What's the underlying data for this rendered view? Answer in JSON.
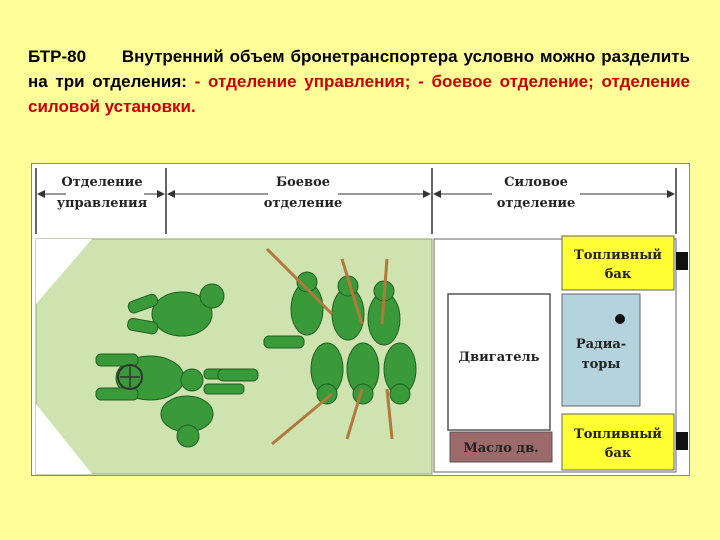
{
  "caption": {
    "title": "БТР-80",
    "intro": "Внутренний объем бронетранспортера условно можно разделить на три отделения:",
    "items": [
      "отделение управления;",
      "боевое отделение;",
      "отделение силовой установки."
    ]
  },
  "sections": [
    {
      "line1": "Отделение",
      "line2": "управления"
    },
    {
      "line1": "Боевое",
      "line2": "отделение"
    },
    {
      "line1": "Силовое",
      "line2": "отделение"
    }
  ],
  "compartments": {
    "fuel_tank_top": {
      "line1": "Топливный",
      "line2": "бак"
    },
    "engine": "Двигатель",
    "radiators": {
      "line1": "Радиа-",
      "line2": "торы"
    },
    "fuel_tank_bottom": {
      "line1": "Топливный",
      "line2": "бак"
    },
    "oil": "Масло дв."
  },
  "colors": {
    "page_bg": "#ffff99",
    "hull_green": "#cfe3b0",
    "crew_green": "#3a9a3a",
    "fuel_yellow": "#ffff33",
    "radiator_blue": "#b5d3dc",
    "oil_maroon": "#9c6a6a"
  }
}
